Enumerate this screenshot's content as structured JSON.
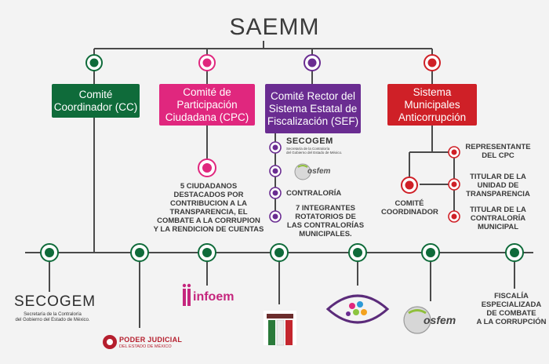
{
  "title": "SAEMM",
  "colors": {
    "green": "#0f6b3a",
    "pink": "#e0277e",
    "purple": "#6a2c91",
    "red": "#cf2027",
    "line": "#4a4a4a"
  },
  "boxes": {
    "cc": "Comité\nCoordinador (CC)",
    "cpc": "Comité de\nParticipación\nCiudadana (CPC)",
    "sef": "Comité Rector del\nSistema Estatal de\nFiscalización (SEF)",
    "smac": "Sistema\nMunicipales\nAnticorrupción"
  },
  "cpc_note": "5 CIUDADANOS\nDESTACADOS POR\nCONTRIBUCION A LA\nTRANSPARENCIA, EL\nCOMBATE A LA CORRUPION\nY LA RENDICION DE CUENTAS",
  "sef_items": {
    "secogem": "SECOGEM",
    "secogem_sub": "Secretaría de la Contraloría\ndel Gobierno del Estado de México.",
    "osfem": "osfem",
    "contraloria": "CONTRALORÍA",
    "integrantes": "7 INTEGRANTES\nROTATORIOS DE\nLAS CONTRALORÍAS\nMUNICIPALES."
  },
  "municipal": {
    "coordinador": "COMITÉ\nCOORDINADOR",
    "representante": "REPRESENTANTE\nDEL CPC",
    "titular_transparencia": "TITULAR DE LA\nUNIDAD DE\nTRANSPARENCIA",
    "titular_contraloria": "TITULAR DE LA\nCONTRALORÍA\nMUNICIPAL"
  },
  "members": {
    "secogem": "SECOGEM",
    "secogem_sub": "Secretaría de la Contraloría\ndel Gobierno del Estado de México.",
    "poder_judicial": "PODER JUDICIAL",
    "poder_judicial_sub": "DEL ESTADO DE MÉXICO",
    "infoem": "infoem",
    "osfem": "osfem",
    "fiscalia": "FISCALÍA\nESPECIALIZADA\nDE COMBATE\nA LA CORRUPCIÓN"
  }
}
